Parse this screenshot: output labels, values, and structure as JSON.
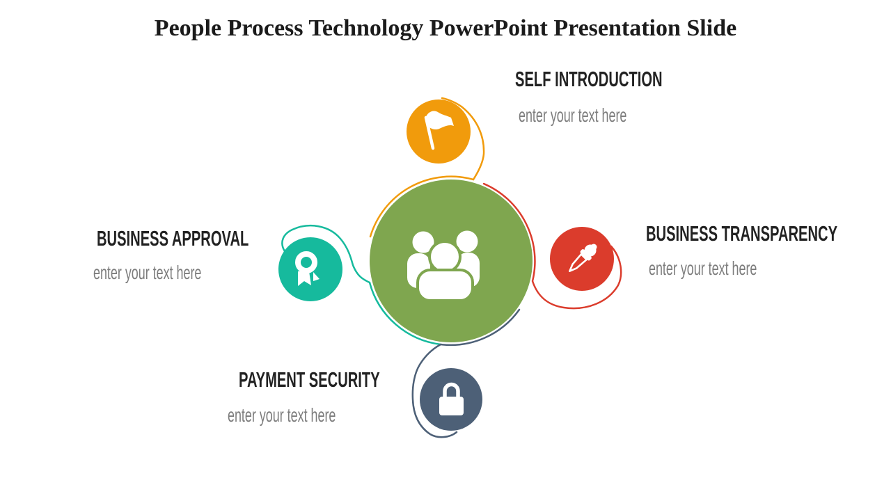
{
  "slide": {
    "title": "People Process Technology PowerPoint Presentation Slide"
  },
  "colors": {
    "background": "#FFFFFF",
    "title_text": "#1B1B1B",
    "heading_text": "#222222",
    "subtext": "#7D7D7D"
  },
  "center": {
    "icon": "people-group-icon",
    "color": "#7FA64F"
  },
  "items": [
    {
      "id": "self-introduction",
      "position": "top",
      "title": "SELF INTRODUCTION",
      "subtitle": "enter your text here",
      "color": "#F19B0C",
      "icon": "flag-icon"
    },
    {
      "id": "business-transparency",
      "position": "right",
      "title": "BUSINESS TRANSPARENCY",
      "subtitle": "enter your text here",
      "color": "#DB3C2C",
      "icon": "eyedropper-icon"
    },
    {
      "id": "business-approval",
      "position": "left",
      "title": "BUSINESS APPROVAL",
      "subtitle": "enter your text here",
      "color": "#16BA9D",
      "icon": "award-ribbon-icon"
    },
    {
      "id": "payment-security",
      "position": "bottom",
      "title": "PAYMENT SECURITY",
      "subtitle": "enter your text here",
      "color": "#4D6077",
      "icon": "padlock-icon"
    }
  ]
}
